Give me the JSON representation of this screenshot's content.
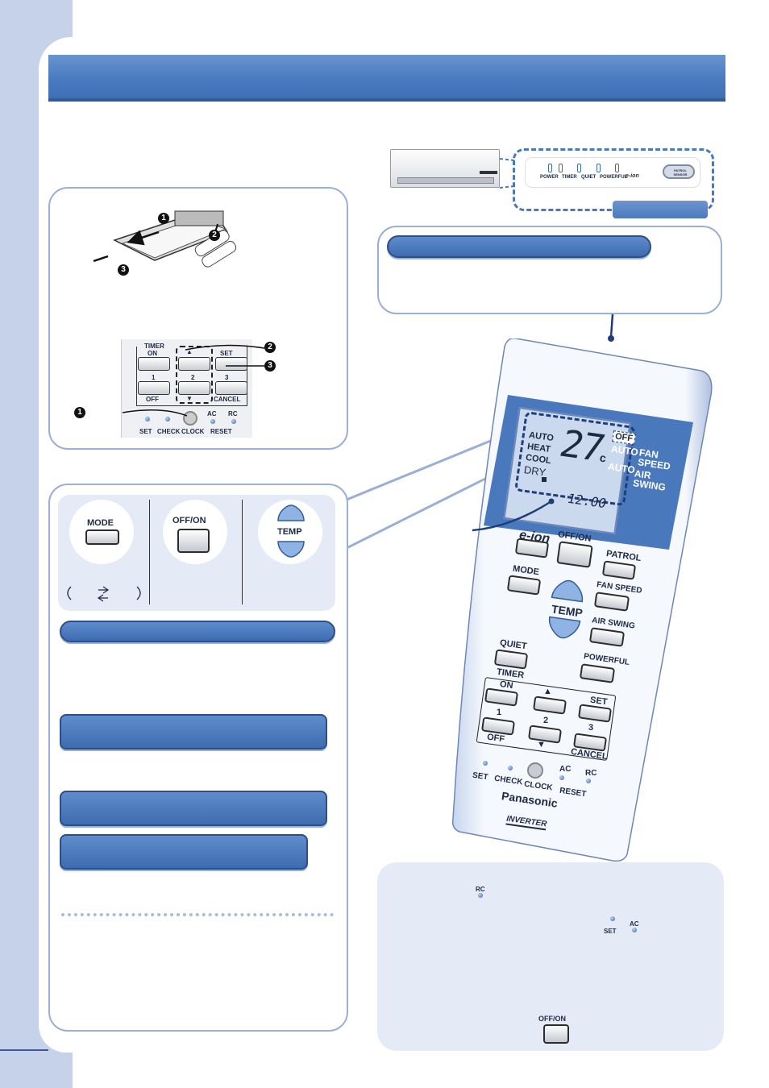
{
  "remote_panel": {
    "timer_label": "TIMER",
    "on_label": "ON",
    "off_label": "OFF",
    "set_label": "SET",
    "cancel_label": "CANCEL",
    "one_label": "1",
    "two_label": "2",
    "three_label": "3",
    "ac_label": "AC",
    "rc_label": "RC",
    "reset_label": "RESET",
    "check_label": "CHECK",
    "clock_label": "CLOCK",
    "brand": "Panasonic",
    "inverter": "INVERTER",
    "eion_label": "e-ion",
    "offon_label": "OFF/ON",
    "patrol_label": "PATROL",
    "mode_label": "MODE",
    "fan_speed_label": "FAN SPEED",
    "temp_label": "TEMP",
    "air_swing_label": "AIR SWING",
    "quiet_label": "QUIET",
    "powerful_label": "POWERFUL"
  },
  "indoor_unit": {
    "indicators": [
      "POWER",
      "TIMER",
      "QUIET",
      "POWERFUL",
      "e-ion"
    ],
    "sensor_label": "PATROL SENSOR"
  },
  "lcd": {
    "modes": [
      "AUTO",
      "HEAT",
      "COOL",
      "DRY"
    ],
    "temperature": "27",
    "unit": "c",
    "off_badge": "OFF",
    "fan_auto": "AUTO",
    "swing_auto": "AUTO",
    "fan_speed": "FAN SPEED",
    "air_swing": "AIR SWING",
    "clock": "12:00"
  },
  "mode_buttons": {
    "mode": "MODE",
    "offon": "OFF/ON",
    "temp": "TEMP"
  },
  "step_badges": [
    "1",
    "2",
    "3"
  ],
  "colors": {
    "accent": "#4a7bc0",
    "band": "#c5d2ea",
    "panel_bg": "#e5ebf6"
  }
}
